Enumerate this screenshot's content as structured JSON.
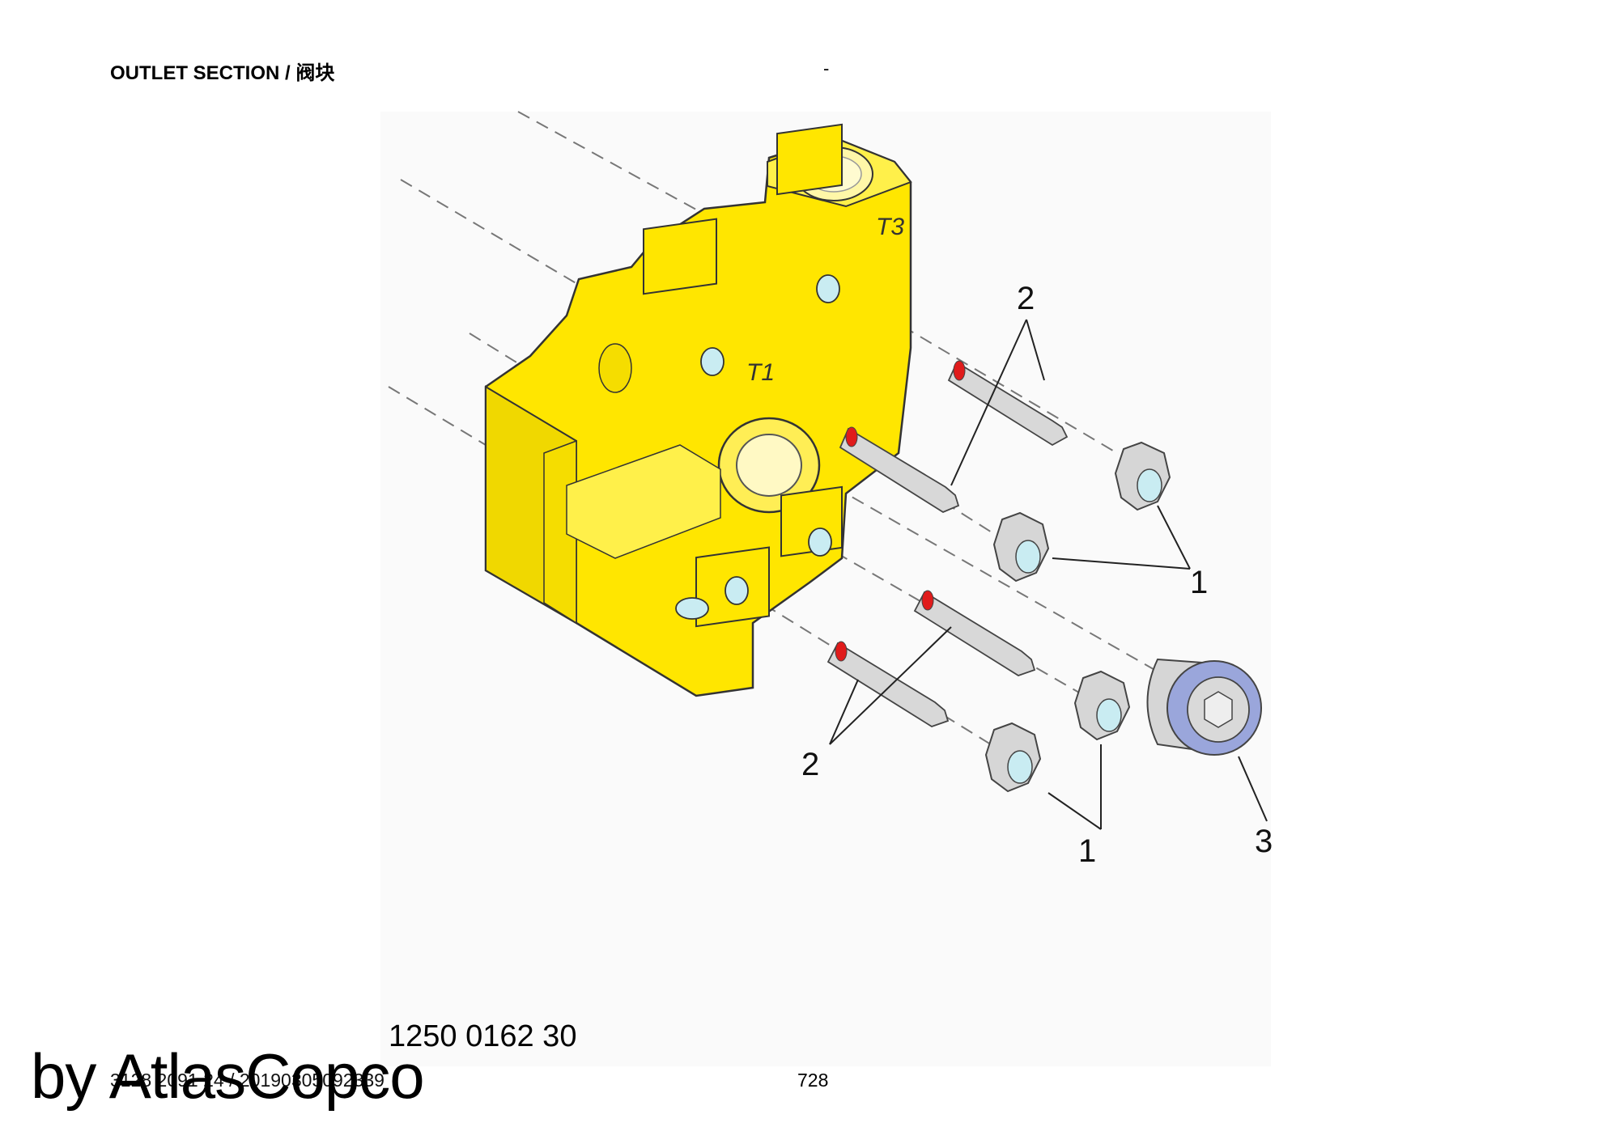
{
  "header": {
    "section_title": "OUTLET SECTION / 阀块",
    "dash": "-"
  },
  "diagram": {
    "part_number": "1250 0162 30",
    "port_labels": {
      "t3": "T3",
      "t1": "T1"
    },
    "callouts": [
      "2",
      "1",
      "2",
      "1",
      "3"
    ],
    "colors": {
      "housing": "#ffe600",
      "housing_outline": "#333333",
      "port_hole": "#c9ecf2",
      "fastener": "#d9d9d9",
      "stud_tip": "#e01b1b",
      "plug_washer": "#9aa6db"
    }
  },
  "footer": {
    "doc_ref": "3128 2091 24 / 20190305092339",
    "page_number": "728",
    "watermark": "by AtlasCopco"
  }
}
